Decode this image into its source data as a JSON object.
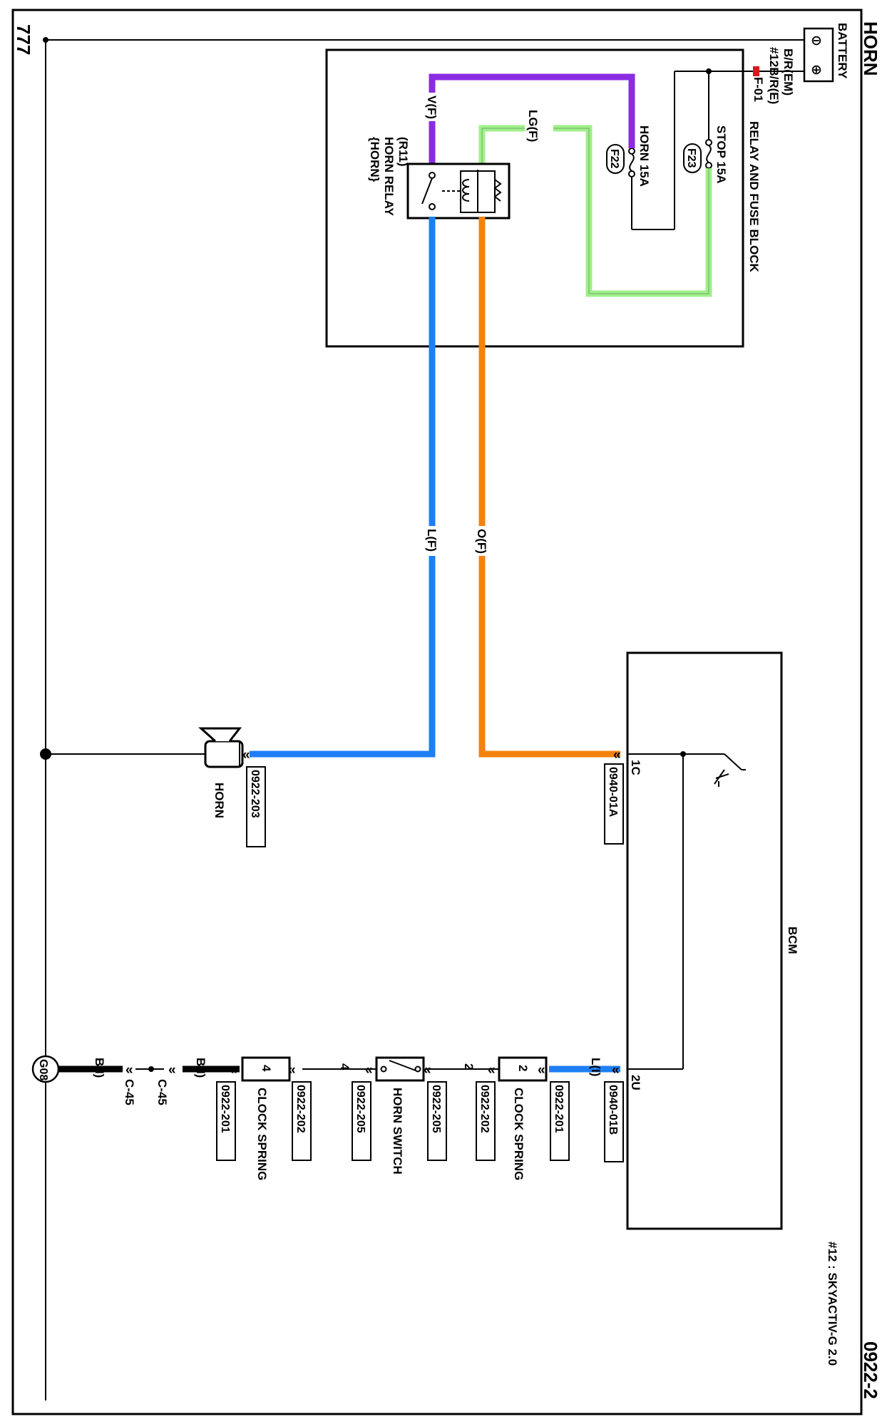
{
  "page": {
    "title": "HORN",
    "page_number": "0922-2",
    "footnote": "#12 : SKYACTIV-G 2.0"
  },
  "power": {
    "battery": "BATTERY",
    "battery_plus": "⊕",
    "battery_minus": "⊖",
    "ground_symbol": "777"
  },
  "relay_block": {
    "title": "RELAY AND FUSE BLOCK",
    "fusible_link": "F-01",
    "wire_top": "B/R(EM)",
    "wire_bottom": "#12B/R(E)",
    "fuse_stop": "STOP 15A",
    "fuse_stop_code": "F23",
    "fuse_horn": "HORN 15A",
    "fuse_horn_code": "F22",
    "relay_code": "(R11)",
    "relay_name": "HORN RELAY",
    "relay_sub": "{HORN}"
  },
  "wires": {
    "lg": "LG(F)",
    "v": "V(F)",
    "l": "L(F)",
    "o": "O(F)",
    "l_i": "L(I)",
    "b_i_1": "B(I)",
    "b_i_2": "B(I)"
  },
  "colors": {
    "lg": "#9ff08a",
    "v": "#8b2be2",
    "l": "#1e7ff5",
    "o": "#f5820f",
    "black": "#000000"
  },
  "bcm": {
    "name": "BCM",
    "pin_1c": "1C",
    "pin_2u": "2U",
    "conn_a": "0940-01A",
    "conn_b": "0940-01B"
  },
  "horn": {
    "name": "HORN",
    "conn": "0922-203"
  },
  "switch_chain": {
    "cs1_pin": "2",
    "cs1_conn_in": "0922-201",
    "cs1_conn_out": "0922-202",
    "cs1_name": "CLOCK SPRING",
    "sw_pin_in": "2",
    "sw_pin_out": "4",
    "sw_conn_in": "0922-205",
    "sw_conn_out": "0922-205",
    "sw_name": "HORN SWITCH",
    "cs2_pin": "4",
    "cs2_conn_in": "0922-202",
    "cs2_conn_out": "0922-201",
    "cs2_name": "CLOCK SPRING",
    "c45_a": "C-45",
    "c45_b": "C-45",
    "ground": "G08"
  }
}
